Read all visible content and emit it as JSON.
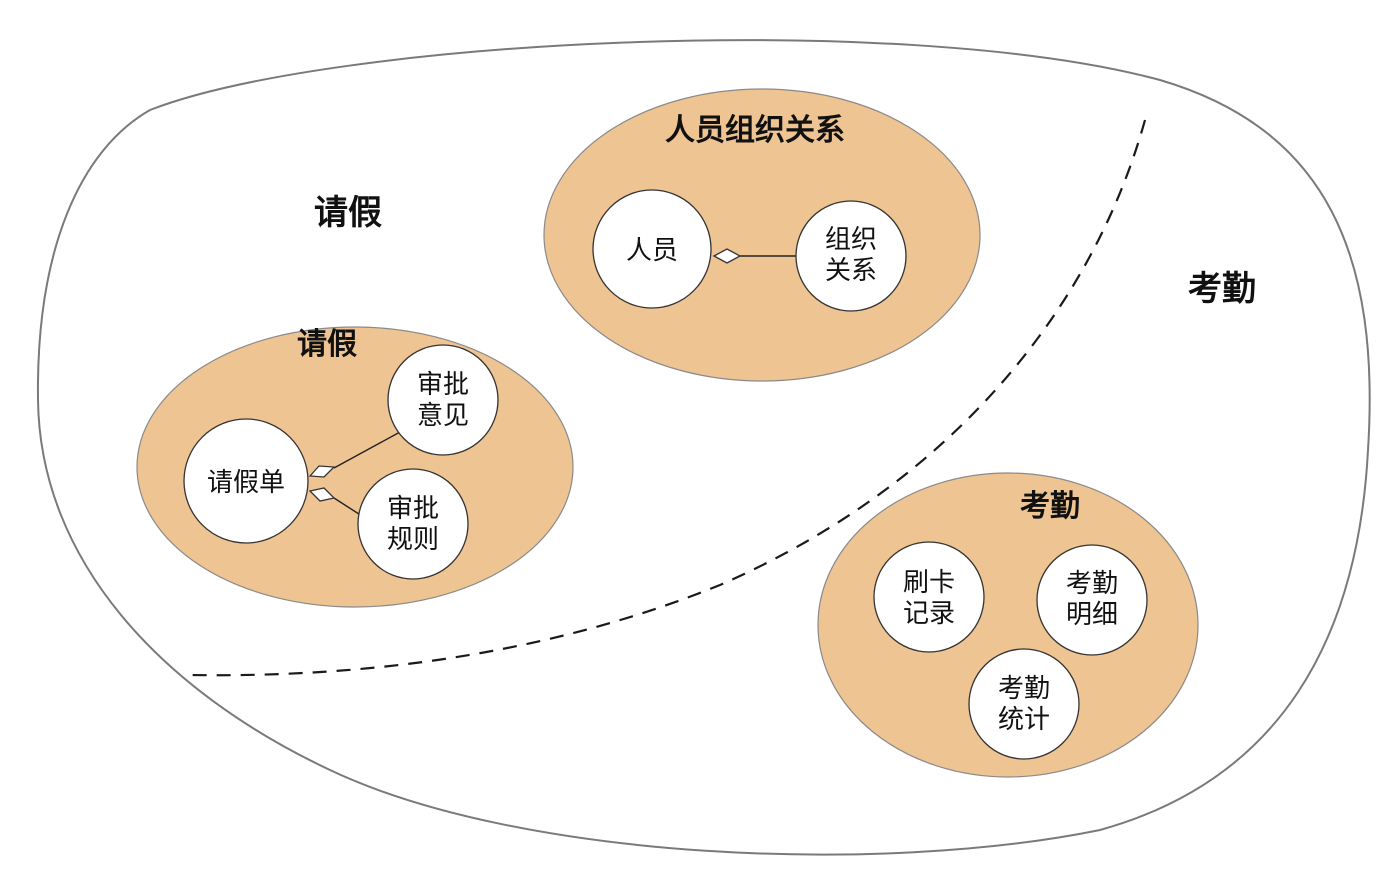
{
  "domains": {
    "leave": {
      "label": "请假"
    },
    "attendance": {
      "label": "考勤"
    }
  },
  "contexts": {
    "org": {
      "title": "人员组织关系",
      "entities": [
        {
          "line1": "人员",
          "line2": ""
        },
        {
          "line1": "组织",
          "line2": "关系"
        }
      ]
    },
    "leave": {
      "title": "请假",
      "entities": [
        {
          "line1": "请假单",
          "line2": ""
        },
        {
          "line1": "审批",
          "line2": "意见"
        },
        {
          "line1": "审批",
          "line2": "规则"
        }
      ]
    },
    "attendance": {
      "title": "考勤",
      "entities": [
        {
          "line1": "刷卡",
          "line2": "记录"
        },
        {
          "line1": "考勤",
          "line2": "明细"
        },
        {
          "line1": "考勤",
          "line2": "统计"
        }
      ]
    }
  },
  "colors": {
    "context_fill": "#efc493",
    "outline": "#7a7a7a"
  }
}
